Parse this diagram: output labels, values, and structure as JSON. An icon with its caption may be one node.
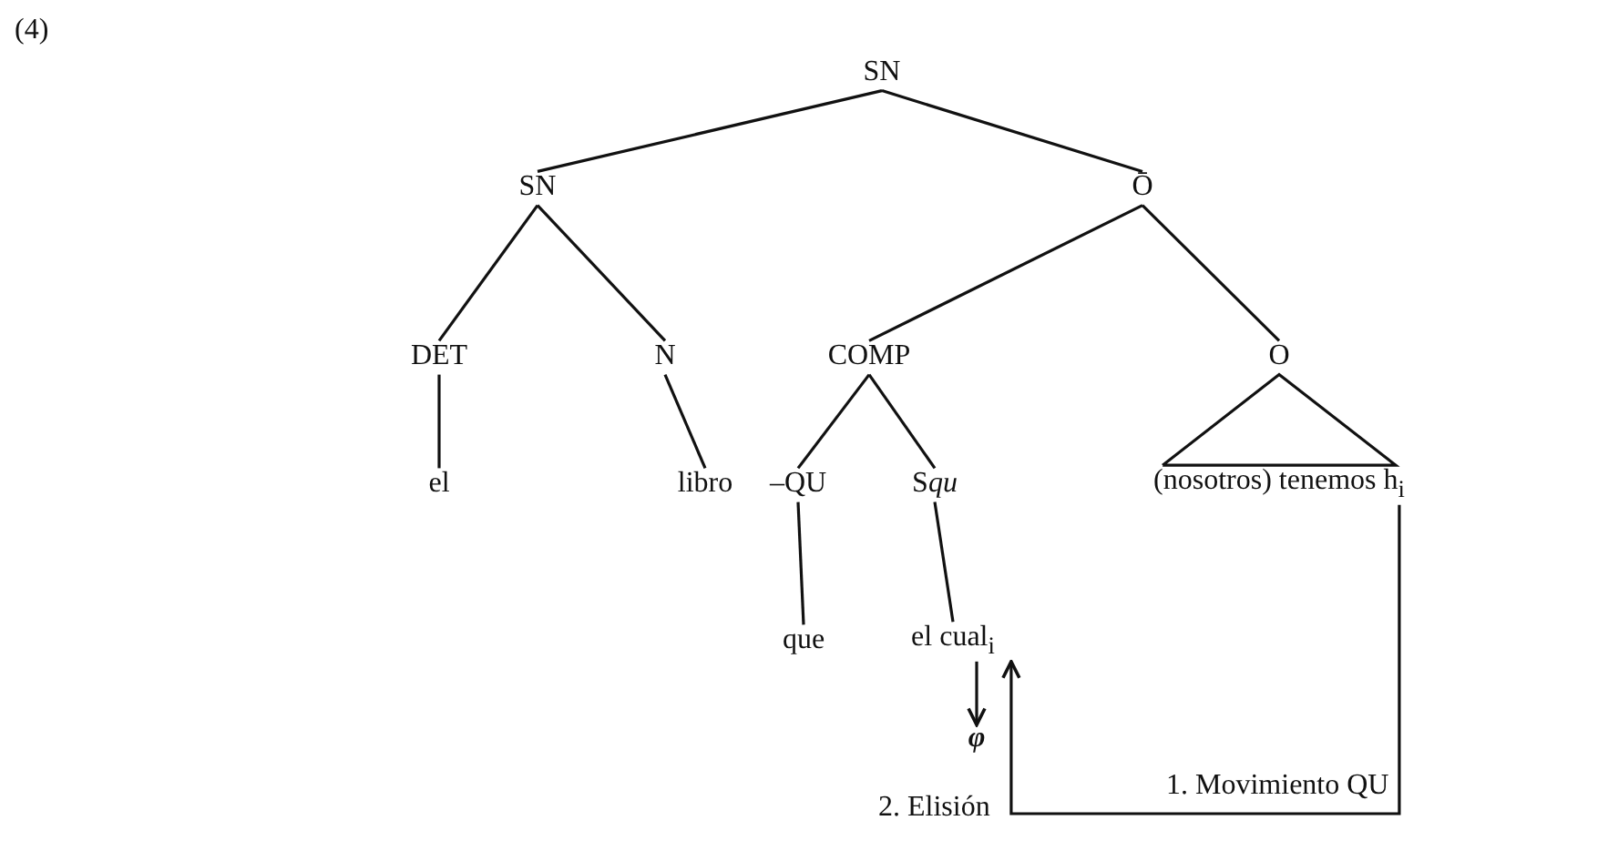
{
  "diagram": {
    "nodes": [
      {
        "text": [
          "SN"
        ]
      },
      {
        "text": [
          "SN"
        ]
      },
      {
        "text": [
          "Ō"
        ]
      },
      {
        "text": [
          "DET"
        ]
      },
      {
        "text": [
          "N"
        ]
      },
      {
        "text": [
          "COMP"
        ]
      },
      {
        "text": [
          "O"
        ]
      },
      {
        "text": [
          "el"
        ]
      },
      {
        "text": [
          "libro"
        ]
      },
      {
        "text": [
          "–QU"
        ]
      },
      {
        "text": [
          "Squ"
        ]
      },
      {
        "text": [
          "(nosotros) tenemos h$_{i}$"
        ]
      },
      {
        "text": [
          "que"
        ]
      },
      {
        "text": [
          "el cual$_{i}$"
        ]
      },
      {
        "text": [
          "φ"
        ]
      }
    ],
    "edges": [
      {
        "from": 0,
        "to": 1,
        "arrow": "none"
      },
      {
        "from": 0,
        "to": 2,
        "arrow": "none"
      },
      {
        "from": 1,
        "to": 3,
        "arrow": "none"
      },
      {
        "from": 1,
        "to": 4,
        "arrow": "none"
      },
      {
        "from": 2,
        "to": 5,
        "arrow": "none"
      },
      {
        "from": 2,
        "to": 6,
        "arrow": "none"
      },
      {
        "from": 3,
        "to": 7,
        "arrow": "none"
      },
      {
        "from": 4,
        "to": 8,
        "arrow": "none"
      },
      {
        "from": 5,
        "to": 9,
        "arrow": "none"
      },
      {
        "from": 5,
        "to": 10,
        "arrow": "none"
      },
      {
        "from": 6,
        "to": 11,
        "arrow": "none"
      },
      {
        "from": 9,
        "to": 12,
        "arrow": "none"
      },
      {
        "from": 10,
        "to": 13,
        "arrow": "none"
      },
      {
        "from": 13,
        "to": 14,
        "arrow": "to"
      },
      {
        "from": 11,
        "to": 13,
        "arrow": "to"
      }
    ],
    "labels": [
      "(4)",
      "2. Elisión",
      "1. Movimiento QU"
    ]
  }
}
